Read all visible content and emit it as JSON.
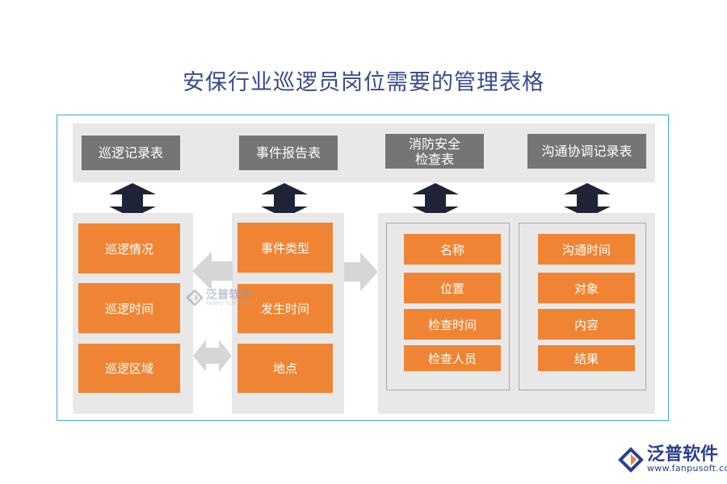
{
  "title": "安保行业巡逻员岗位需要的管理表格",
  "headers": [
    {
      "label": "巡逻记录表"
    },
    {
      "label": "事件报告表"
    },
    {
      "label": "消防安全\n检查表"
    },
    {
      "label": "沟通协调记录表"
    }
  ],
  "patrol_items": [
    "巡逻情况",
    "巡逻时间",
    "巡逻区域"
  ],
  "incident_items": [
    "事件类型",
    "发生时间",
    "地点"
  ],
  "fire_items": [
    "名称",
    "位置",
    "检查时间",
    "检查人员"
  ],
  "comm_items": [
    "沟通时间",
    "对象",
    "内容",
    "结果"
  ],
  "watermark": {
    "name": "泛普软件",
    "sub": "FANPU SOFTWARE"
  },
  "logo": {
    "name": "泛普软件",
    "url": "www.fanpusoft.com"
  },
  "colors": {
    "accent": "#ef8534",
    "header": "#757575",
    "panel": "#e8e8e8",
    "arrow_dark": "#1e2436",
    "arrow_light": "#d6d6d6",
    "title": "#3a4a8c",
    "frame": "#3fa9d6"
  }
}
